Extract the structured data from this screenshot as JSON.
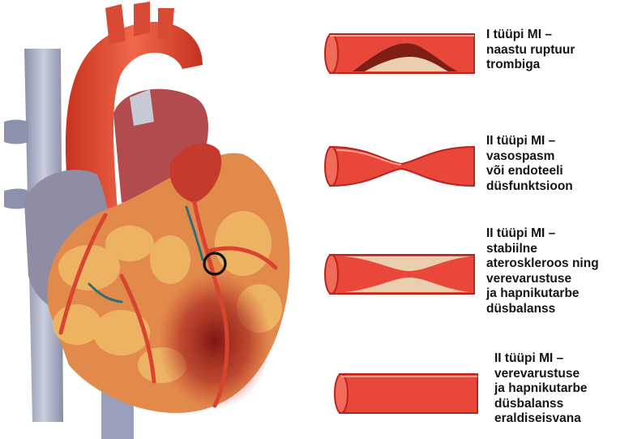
{
  "colors": {
    "artery": "#e8473a",
    "artery_dark": "#b9241d",
    "plaque": "#e9cfae",
    "fat": "#e8a24b",
    "vein": "#8b8fae",
    "marker": "#111111"
  },
  "figure": {
    "heart_icon": "heart-illustration",
    "marker_icon": "circle-marker-icon"
  },
  "captions": [
    {
      "text": "I tüüpi MI –\nnaastu ruptuur\ntrombiga"
    },
    {
      "text": "II tüüpi MI –\nvasospasm\nvõi endoteeli\ndüsfunktsioon"
    },
    {
      "text": "II tüüpi MI –\nstabiilne\nateroskleroos ning\nverevarustuse\nja hapnikutarbe\ndüsbalanss"
    },
    {
      "text": "II tüüpi MI –\nverevarustuse\nja hapnikutarbe\ndüsbalanss\neraldiseisvana"
    }
  ]
}
